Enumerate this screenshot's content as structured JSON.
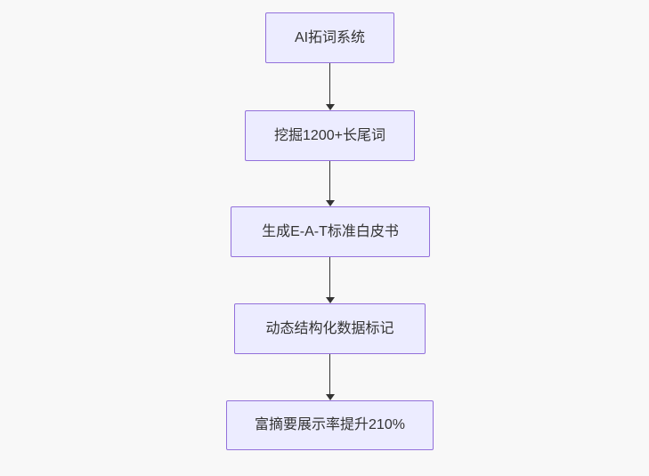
{
  "diagram": {
    "type": "flowchart",
    "direction": "top-down",
    "nodes": [
      {
        "id": "n1",
        "label": "AI拓词系统"
      },
      {
        "id": "n2",
        "label": "挖掘1200+长尾词"
      },
      {
        "id": "n3",
        "label": "生成E-A-T标准白皮书"
      },
      {
        "id": "n4",
        "label": "动态结构化数据标记"
      },
      {
        "id": "n5",
        "label": "富摘要展示率提升210%"
      }
    ],
    "edges": [
      {
        "from": "n1",
        "to": "n2",
        "style": "arrow-down"
      },
      {
        "from": "n2",
        "to": "n3",
        "style": "arrow-down"
      },
      {
        "from": "n3",
        "to": "n4",
        "style": "arrow-down"
      },
      {
        "from": "n4",
        "to": "n5",
        "style": "arrow-down"
      }
    ],
    "colors": {
      "background": "#F8F8F8",
      "node_fill": "#ECECFF",
      "node_border": "#9370DB",
      "edge": "#333333",
      "text": "#333333"
    }
  }
}
